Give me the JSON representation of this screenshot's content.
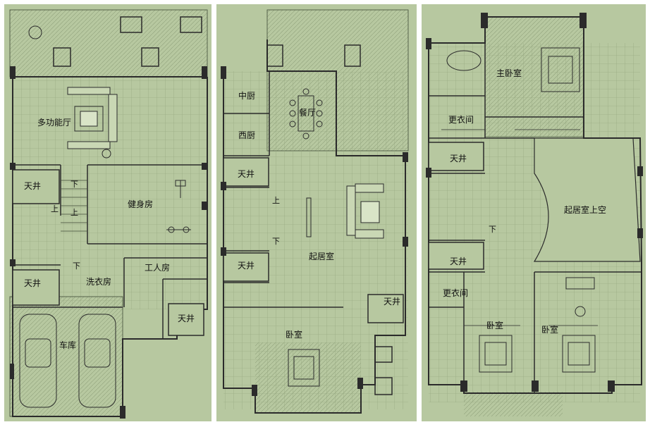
{
  "plan1": {
    "rooms": {
      "multi_hall": "多功能厅",
      "courtyard_a": "天井",
      "gym": "健身房",
      "courtyard_b": "天井",
      "worker_room": "工人房",
      "laundry": "洗衣房",
      "courtyard_c": "天井",
      "garage": "车库"
    },
    "stair": {
      "down1": "下",
      "up1": "上",
      "up2": "上",
      "down2": "下"
    }
  },
  "plan2": {
    "rooms": {
      "cn_kitchen": "中厨",
      "dining": "餐厅",
      "west_kitchen": "西厨",
      "courtyard_a": "天井",
      "living": "起居室",
      "courtyard_b": "天井",
      "courtyard_c": "天井",
      "bedroom": "卧室"
    },
    "stair": {
      "up": "上",
      "down": "下"
    }
  },
  "plan3": {
    "rooms": {
      "master_bed": "主卧室",
      "closet_a": "更衣间",
      "courtyard_a": "天井",
      "living_void": "起居室上空",
      "courtyard_b": "天井",
      "closet_b": "更衣间",
      "bed_a": "卧室",
      "bed_b": "卧室"
    },
    "stair": {
      "down": "下"
    }
  },
  "colors": {
    "background": "#b7c8a0",
    "wall": "#2b2b2b",
    "line": "#3f4a36",
    "grid": "#9fb08a",
    "page": "#ffffff"
  }
}
